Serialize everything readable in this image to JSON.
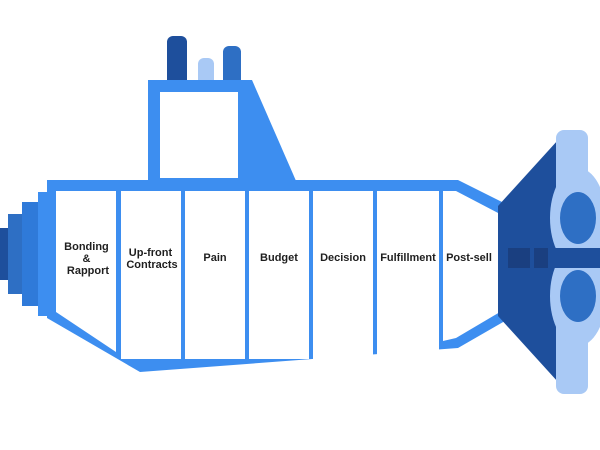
{
  "diagram": {
    "stages": [
      {
        "lines": [
          "Bonding",
          "&",
          "Rapport"
        ]
      },
      {
        "lines": [
          "Up-front",
          "Contracts"
        ]
      },
      {
        "lines": [
          "Pain"
        ]
      },
      {
        "lines": [
          "Budget"
        ]
      },
      {
        "lines": [
          "Decision"
        ]
      },
      {
        "lines": [
          "Fulfillment"
        ]
      },
      {
        "lines": [
          "Post-sell"
        ]
      }
    ],
    "colors": {
      "hull": "#3d8ef0",
      "compartment_fill": "#ffffff",
      "dark_blue": "#1e4f9c",
      "mid_blue": "#2e6fc4",
      "light_blue": "#a9c9f5",
      "text": "#1f1f1f"
    }
  }
}
